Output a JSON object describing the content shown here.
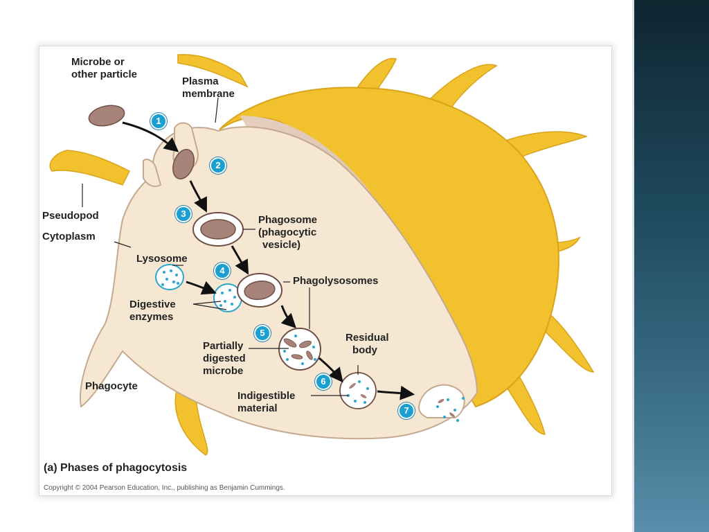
{
  "labels": {
    "microbe_l1": "Microbe or",
    "microbe_l2": "other particle",
    "plasma_l1": "Plasma",
    "plasma_l2": "membrane",
    "pseudopod": "Pseudopod",
    "cytoplasm": "Cytoplasm",
    "phagosome_l1": "Phagosome",
    "phagosome_l2": "(phagocytic",
    "phagosome_l3": "vesicle)",
    "lysosome": "Lysosome",
    "phagolysosomes": "Phagolysosomes",
    "digestive_l1": "Digestive",
    "digestive_l2": "enzymes",
    "residual_l1": "Residual",
    "residual_l2": "body",
    "partial_l1": "Partially",
    "partial_l2": "digested",
    "partial_l3": "microbe",
    "indigest_l1": "Indigestible",
    "indigest_l2": "material",
    "phagocyte": "Phagocyte"
  },
  "steps": [
    "1",
    "2",
    "3",
    "4",
    "5",
    "6",
    "7"
  ],
  "caption": {
    "prefix": "(a)",
    "text": "Phases of phagocytosis"
  },
  "copyright": "Copyright © 2004 Pearson Education, Inc., publishing as Benjamin Cummings.",
  "colors": {
    "cell_surface": "#f2c12e",
    "cytoplasm": "#f6e7d2",
    "microbe": "#a8837a",
    "badge": "#1aa0d0",
    "enzyme_dots": "#2aa6cf",
    "sidebar": "#1f4a5e"
  }
}
